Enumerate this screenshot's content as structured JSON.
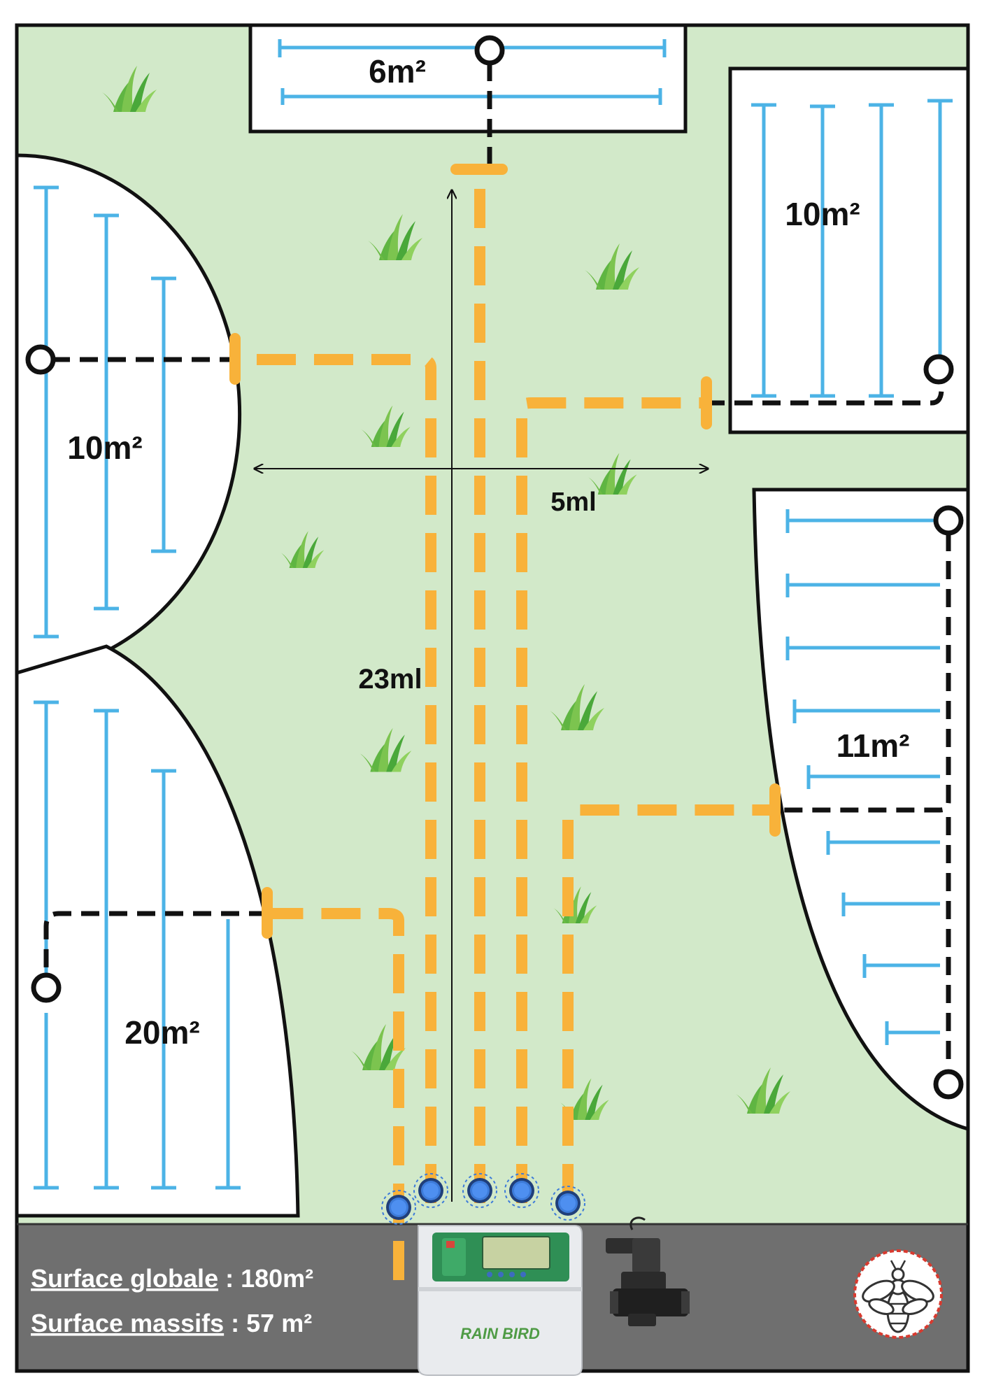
{
  "areas": {
    "top_bed": "6m²",
    "right_top_bed": "10m²",
    "left_top_bed": "10m²",
    "right_bed": "11m²",
    "left_bottom_bed": "20m²"
  },
  "dimensions": {
    "vertical": "23ml",
    "horizontal": "5ml"
  },
  "legend": {
    "global_label": "Surface globale",
    "global_value": " : 180m²",
    "beds_label": "Surface massifs",
    "beds_value": " : 57 m²"
  },
  "controller": {
    "brand": "RAIN BIRD"
  },
  "colors": {
    "lawn": "#d2e9c9",
    "drip_line": "#4cb3e6",
    "supply_pipe": "#f8b23a",
    "feeder_pipe": "#111111",
    "pavement": "#6f6f6f",
    "valve": "#3d7bd9"
  },
  "icons": [
    "grass-tuft-icon",
    "solenoid-valve-icon",
    "bee-logo-icon",
    "controller-icon"
  ]
}
